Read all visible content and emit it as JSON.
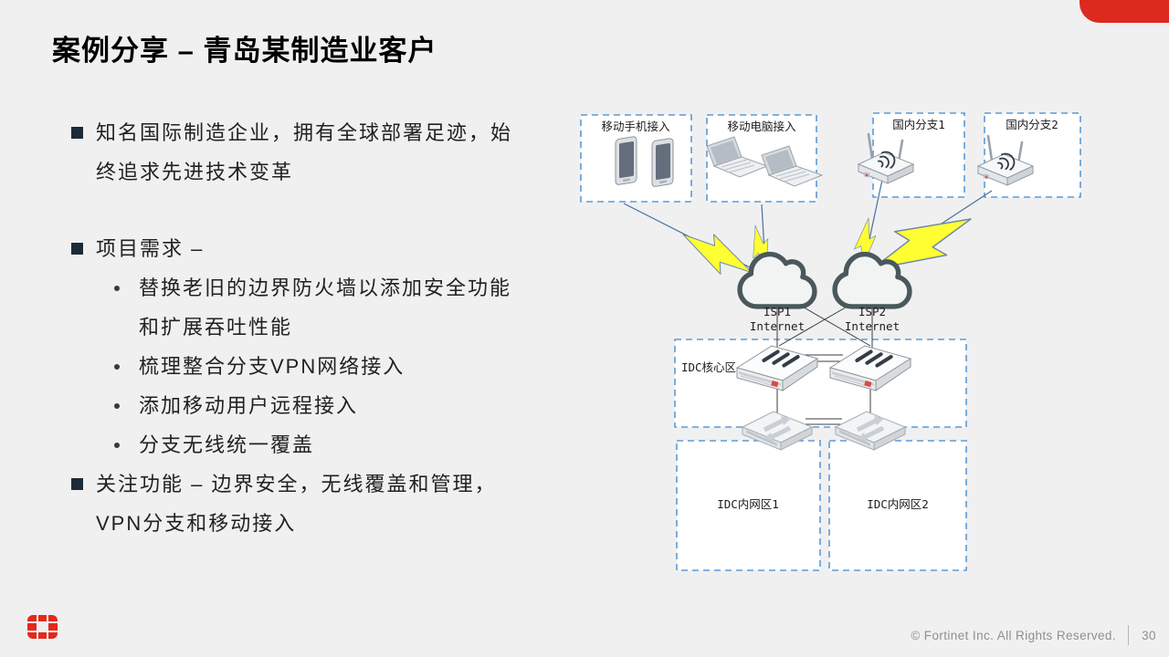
{
  "slide": {
    "title": "案例分享 – 青岛某制造业客户"
  },
  "colors": {
    "accent_red": "#dd2a1e",
    "logo_red": "#e5281b",
    "zone_border_blue": "#5b9bd5",
    "cloud_outline": "#4a585c",
    "lightning_yellow": "#feff33"
  },
  "bullets": {
    "item1": "知名国际制造企业，拥有全球部署足迹，始终追求先进技术变革",
    "item2": "项目需求 –",
    "sub_items": {
      "s1": "替换老旧的边界防火墙以添加安全功能和扩展吞吐性能",
      "s2": "梳理整合分支VPN网络接入",
      "s3": "添加移动用户远程接入",
      "s4": "分支无线统一覆盖"
    },
    "item3": "关注功能 – 边界安全，无线覆盖和管理，VPN分支和移动接入"
  },
  "diagram": {
    "boxes": {
      "mobile_phone": "移动手机接入",
      "mobile_pc": "移动电脑接入",
      "branch1": "国内分支1",
      "branch2": "国内分支2",
      "idc_core": "IDC核心区",
      "idc_lan1": "IDC内网区1",
      "idc_lan2": "IDC内网区2"
    },
    "clouds": {
      "isp1_name": "ISP1",
      "isp1_net": "Internet",
      "isp2_name": "ISP2",
      "isp2_net": "Internet"
    }
  },
  "footer": {
    "copyright": "© Fortinet Inc. All Rights Reserved.",
    "page_number": "30"
  }
}
